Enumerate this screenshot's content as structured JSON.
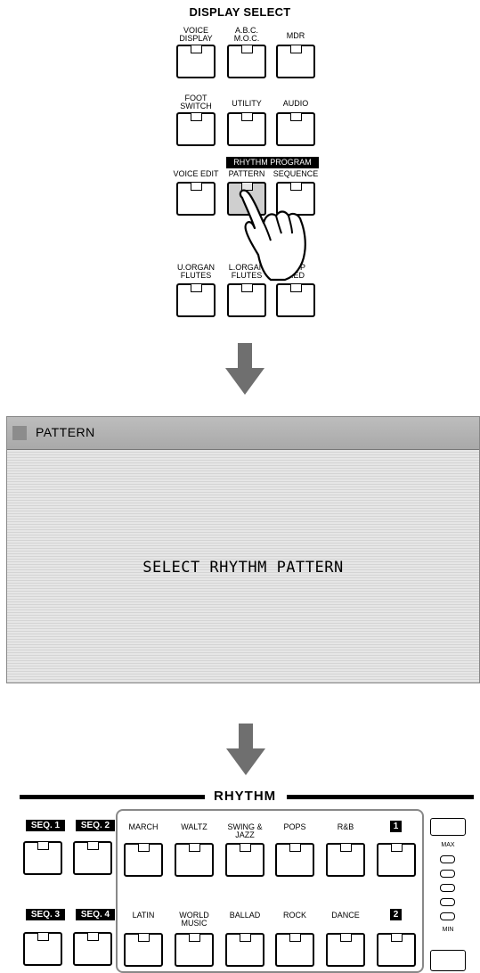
{
  "display_select": {
    "title": "DISPLAY SELECT",
    "rhythm_program_label": "RHYTHM PROGRAM",
    "buttons": [
      {
        "label": "VOICE\nDISPLAY"
      },
      {
        "label": "A.B.C.\nM.O.C."
      },
      {
        "label": "MDR"
      },
      {
        "label": "FOOT\nSWITCH"
      },
      {
        "label": "UTILITY"
      },
      {
        "label": "AUDIO"
      },
      {
        "label": "VOICE EDIT"
      },
      {
        "label": "PATTERN",
        "pressed": true
      },
      {
        "label": "SEQUENCE"
      },
      {
        "label": "U.ORGAN\nFLUTES"
      },
      {
        "label": "L.ORGAN\nFLUTES"
      },
      {
        "label": "... SP\n...ED"
      }
    ]
  },
  "screen": {
    "header": "PATTERN",
    "message": "SELECT RHYTHM PATTERN"
  },
  "rhythm_panel": {
    "title": "RHYTHM",
    "seq": [
      "SEQ. 1",
      "SEQ. 2",
      "SEQ. 3",
      "SEQ. 4"
    ],
    "row1": [
      "MARCH",
      "WALTZ",
      "SWING &\nJAZZ",
      "POPS",
      "R&B"
    ],
    "row2": [
      "LATIN",
      "WORLD\nMUSIC",
      "BALLAD",
      "ROCK",
      "DANCE"
    ],
    "bank1": "1",
    "bank2": "2",
    "volume": {
      "max": "MAX",
      "min": "MIN"
    }
  }
}
